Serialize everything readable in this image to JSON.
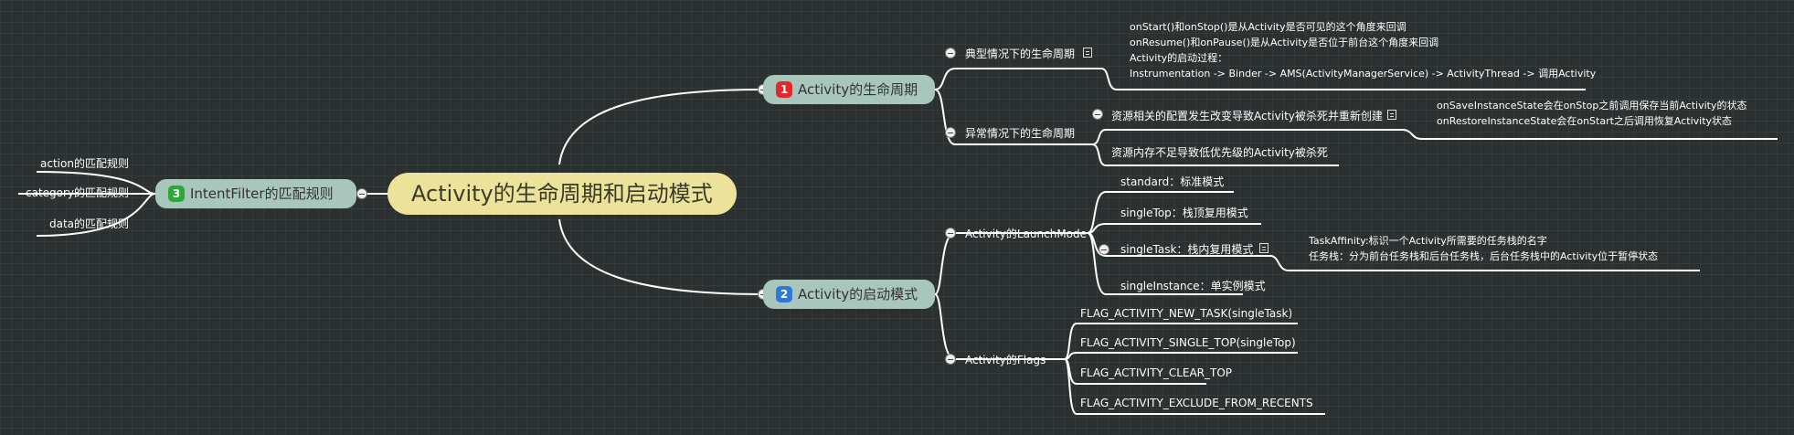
{
  "root": {
    "label": "Activity的生命周期和启动模式"
  },
  "colors": {
    "line": "#ffffff",
    "root_bg": "#ece29a",
    "main_bg": "#a9c6bd",
    "badge1": "#e02a2a",
    "badge2": "#2f78d8",
    "badge3": "#2aa838"
  },
  "branch1": {
    "badge": "1",
    "label": "Activity的生命周期",
    "typical": {
      "label": "典型情况下的生命周期",
      "notes": [
        "onStart()和onStop()是从Activity是否可见的这个角度来回调",
        " onResume()和onPause()是从Activity是否位于前台这个角度来回调",
        "Activity的启动过程：",
        "Instrumentation -> Binder -> AMS(ActivityManagerService) -> ActivityThread -> 调用Activity"
      ]
    },
    "abnormal": {
      "label": "异常情况下的生命周期",
      "config_change": {
        "label": "资源相关的配置发生改变导致Activity被杀死并重新创建",
        "notes": [
          "onSaveInstanceState会在onStop之前调用保存当前Activity的状态",
          "onRestoreInstanceState会在onStart之后调用恢复Activity状态"
        ]
      },
      "low_memory": {
        "label": "资源内存不足导致低优先级的Activity被杀死"
      }
    }
  },
  "branch2": {
    "badge": "2",
    "label": "Activity的启动模式",
    "launch_mode": {
      "label": "Activity的LaunchMode",
      "standard": "standard：标准模式",
      "single_top": "singleTop：栈顶复用模式",
      "single_task": {
        "label": "singleTask：栈内复用模式",
        "notes": [
          "TaskAffinity:标识一个Activity所需要的任务栈的名字",
          "任务栈：分为前台任务栈和后台任务栈，后台任务栈中的Activity位于暂停状态"
        ]
      },
      "single_instance": "singleInstance：单实例模式"
    },
    "flags": {
      "label": "Activity的Flags",
      "items": [
        "FLAG_ACTIVITY_NEW_TASK(singleTask)",
        "FLAG_ACTIVITY_SINGLE_TOP(singleTop)",
        "FLAG_ACTIVITY_CLEAR_TOP",
        "FLAG_ACTIVITY_EXCLUDE_FROM_RECENTS"
      ]
    }
  },
  "branch3": {
    "badge": "3",
    "label": "IntentFilter的匹配规则",
    "items": [
      "action的匹配规则",
      "category的匹配规则",
      "data的匹配规则"
    ]
  }
}
